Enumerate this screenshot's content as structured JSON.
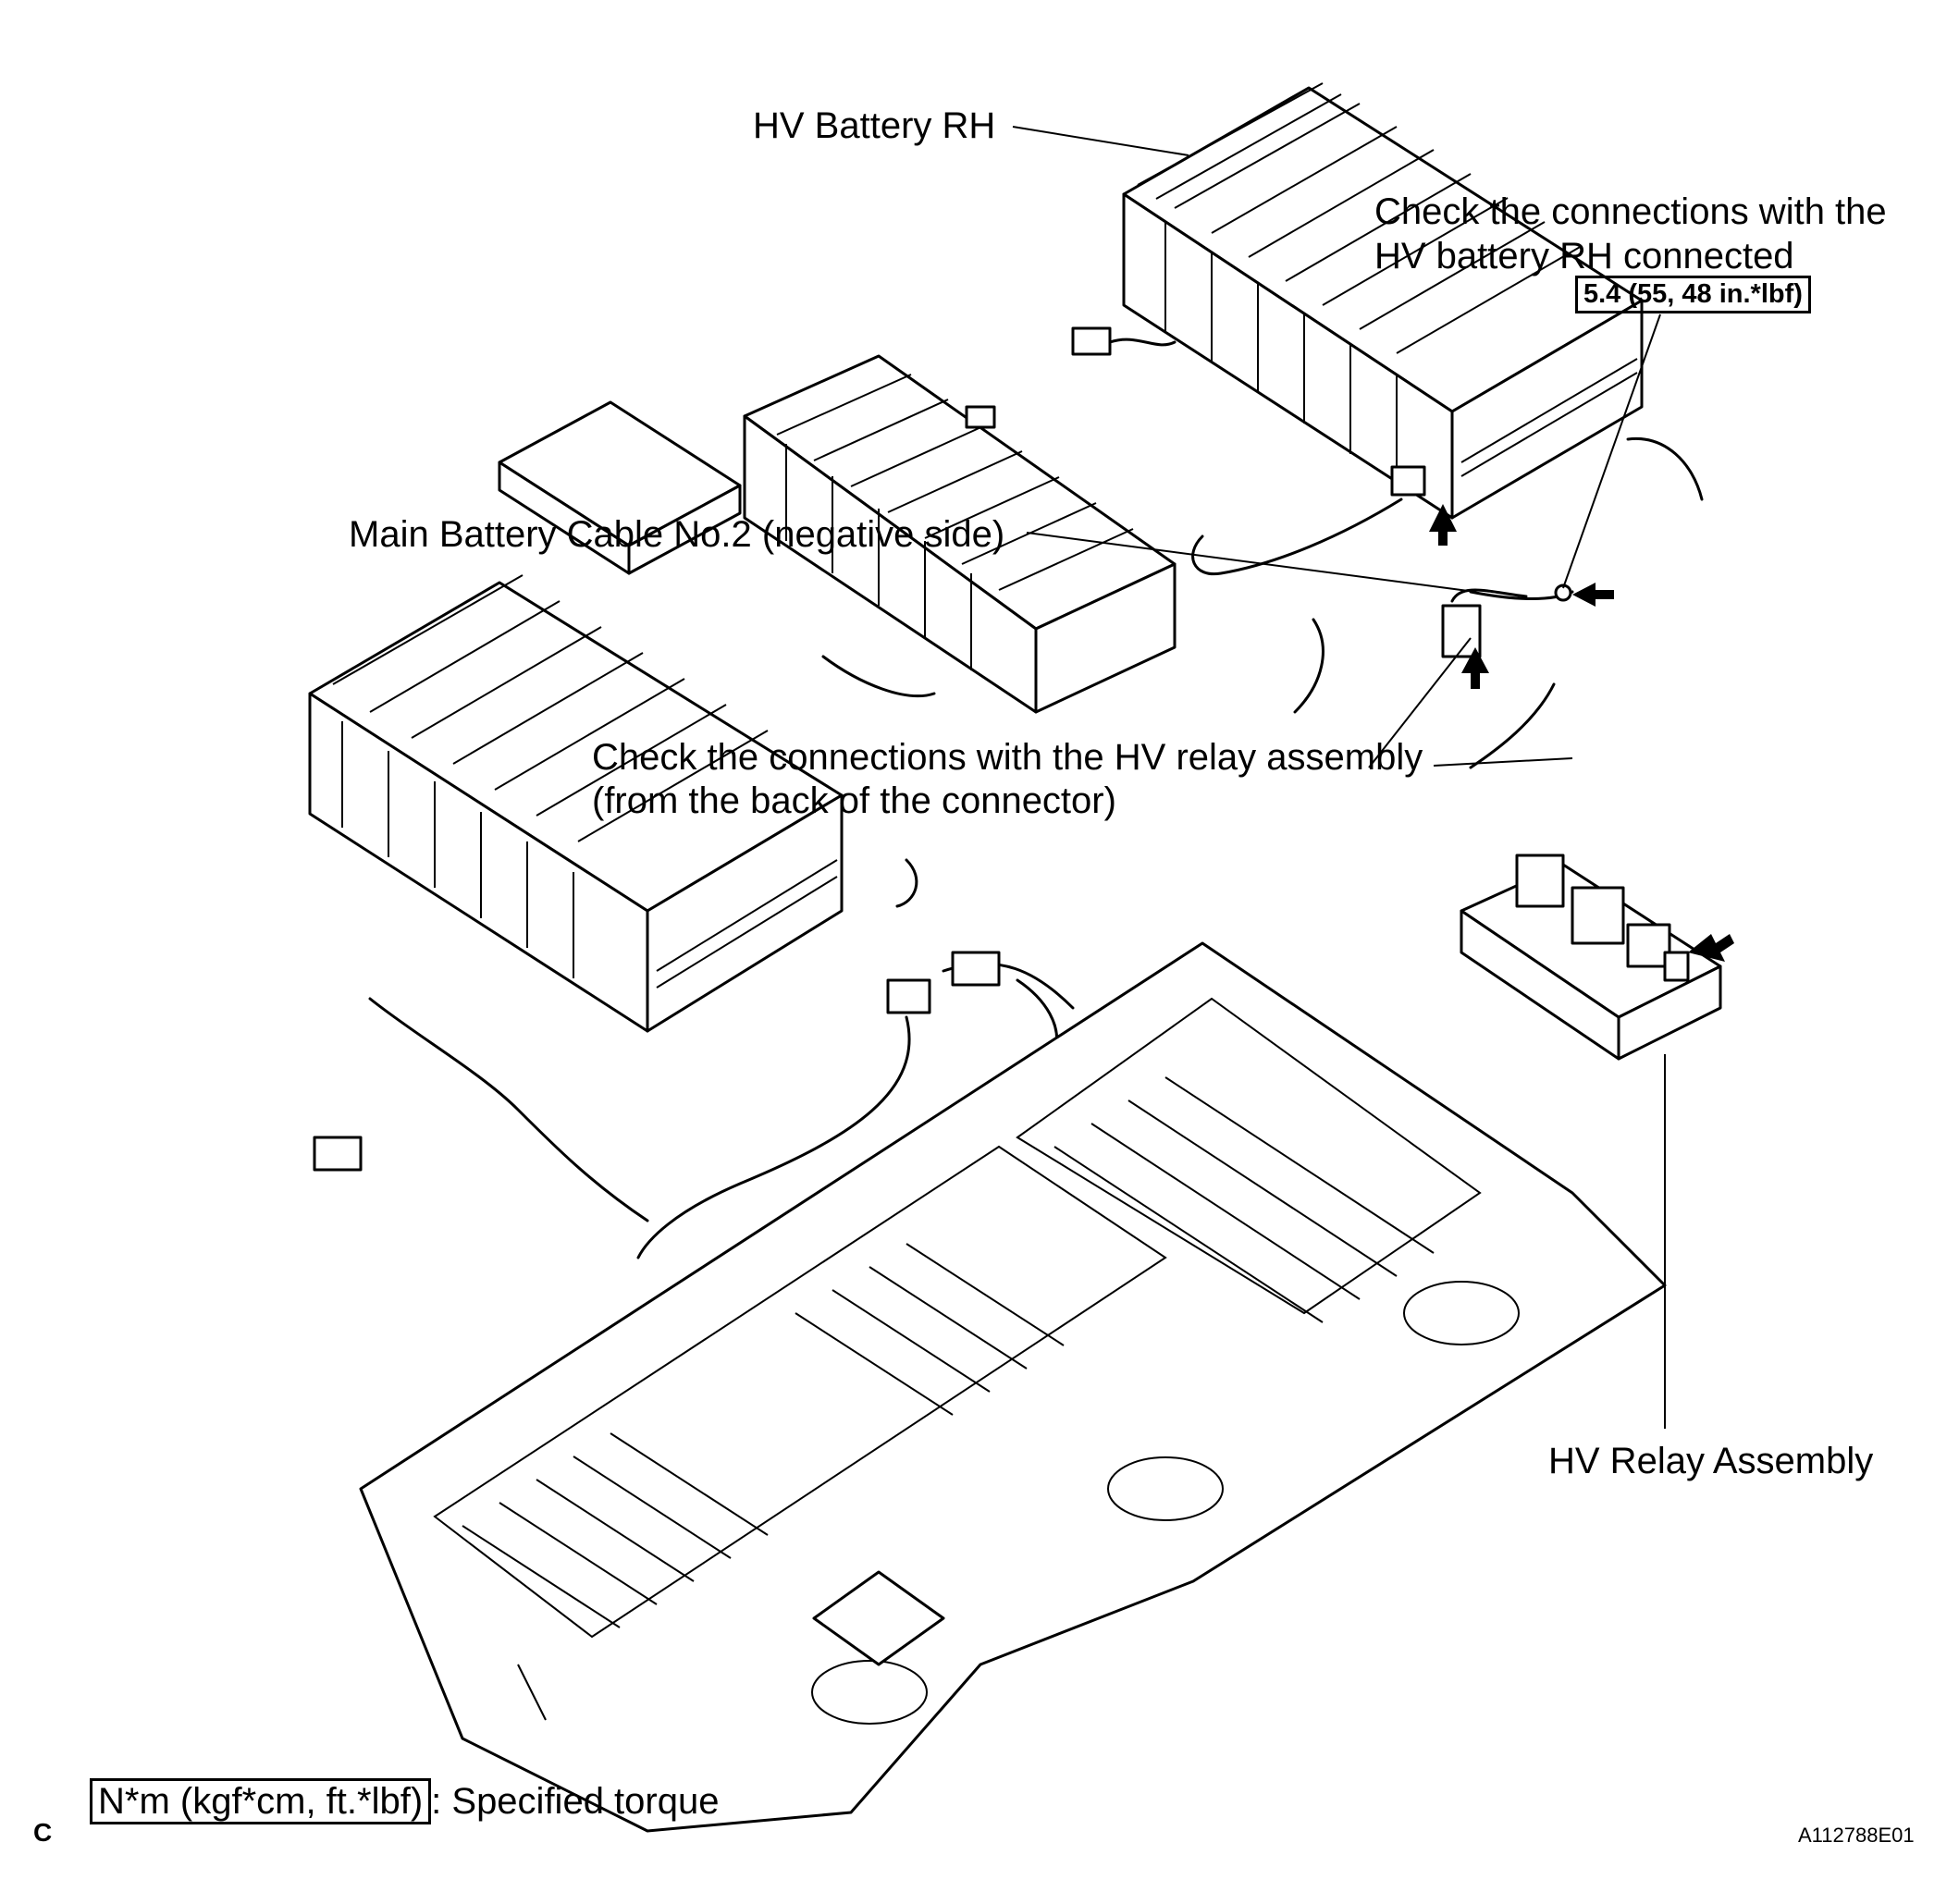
{
  "labels": {
    "hv_battery_rh": "HV Battery RH",
    "check_connections_rh_line1": "Check the connections with the",
    "check_connections_rh_line2": "HV battery RH connected",
    "torque_value": "5.4 (55, 48 in.*lbf)",
    "main_battery_cable": "Main Battery Cable No.2 (negative side)",
    "check_relay_line1": "Check the connections with the HV relay assembly",
    "check_relay_line2": "(from the back of the connector)",
    "hv_relay_assembly": "HV Relay Assembly",
    "legend_box": "N*m (kgf*cm, ft.*lbf)",
    "legend_text": ": Specified torque",
    "corner_letter": "C",
    "figure_code": "A112788E01"
  }
}
